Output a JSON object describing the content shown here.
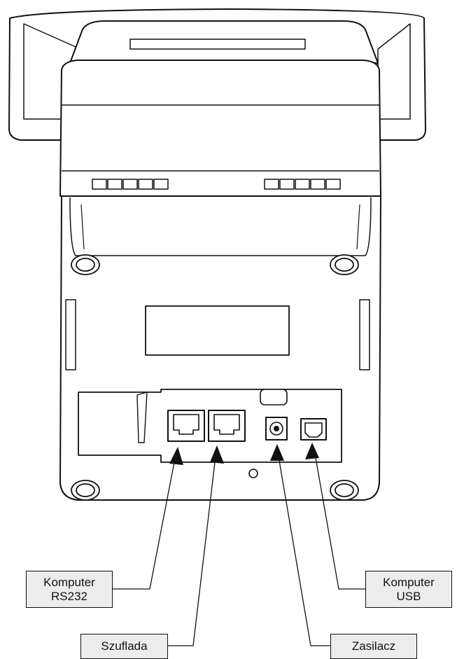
{
  "callouts": {
    "rs232": {
      "line1": "Komputer",
      "line2": "RS232"
    },
    "usb": {
      "line1": "Komputer",
      "line2": "USB"
    },
    "drawer": {
      "label": "Szuflada"
    },
    "power": {
      "label": "Zasilacz"
    }
  },
  "colors": {
    "stroke": "#111111",
    "fill": "#ffffff",
    "label_bg": "#ececec"
  }
}
